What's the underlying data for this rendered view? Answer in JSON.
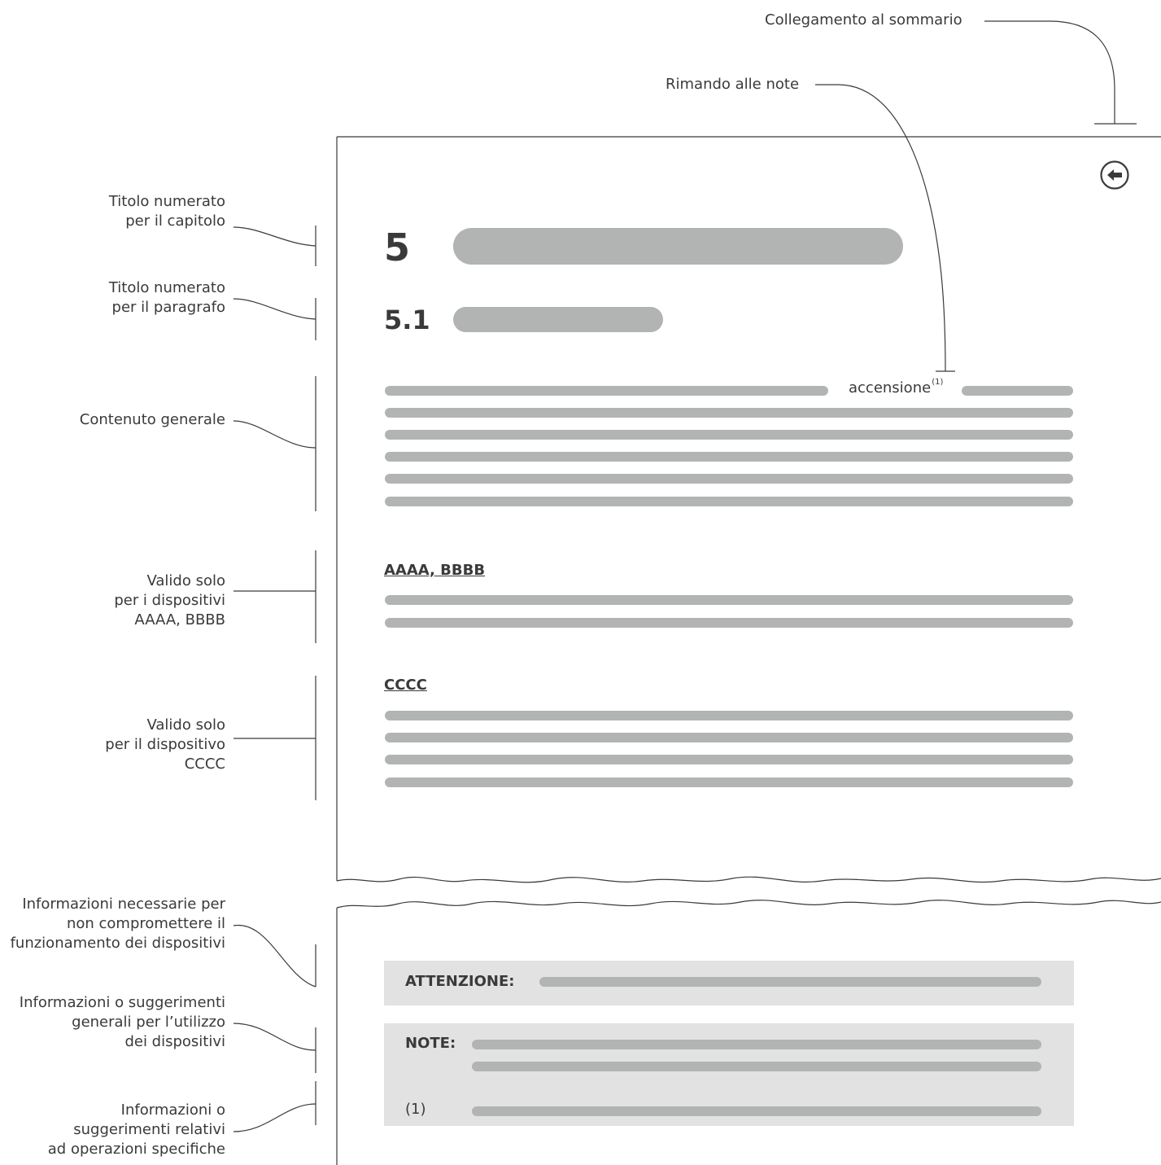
{
  "callouts": {
    "toc_link": "Collegamento al sommario",
    "note_ref": "Rimando alle note",
    "chapter_title": [
      "Titolo numerato",
      "per il capitolo"
    ],
    "paragraph_title": [
      "Titolo numerato",
      "per il paragrafo"
    ],
    "general_content": "Contenuto generale",
    "devices_ab": [
      "Valido solo",
      "per i dispositivi",
      "AAAA, BBBB"
    ],
    "device_c": [
      "Valido solo",
      "per il dispositivo",
      "CCCC"
    ],
    "warning": [
      "Informazioni necessarie per",
      "non compromettere il",
      "funzionamento dei dispositivi"
    ],
    "notes": [
      "Informazioni o suggerimenti",
      "generali per l’utilizzo",
      "dei dispositivi"
    ],
    "footnote": [
      "Informazioni o",
      "suggerimenti relativi",
      "ad operazioni specifiche"
    ]
  },
  "page": {
    "chapter_number": "5",
    "paragraph_number": "5.1",
    "reference_word": "accensione",
    "reference_mark": "(1)",
    "section_ab_title": "AAAA, BBBB",
    "section_c_title": "CCCC",
    "warning_label": "ATTENZIONE:",
    "notes_label": "NOTE:",
    "footnote_label": "(1)",
    "back_icon": "arrow-left-circle-icon"
  },
  "colors": {
    "text": "#3a3a3a",
    "placeholder_bar": "#b2b4b4",
    "box_background": "#e2e2e2",
    "line": "#3a3a3a"
  }
}
